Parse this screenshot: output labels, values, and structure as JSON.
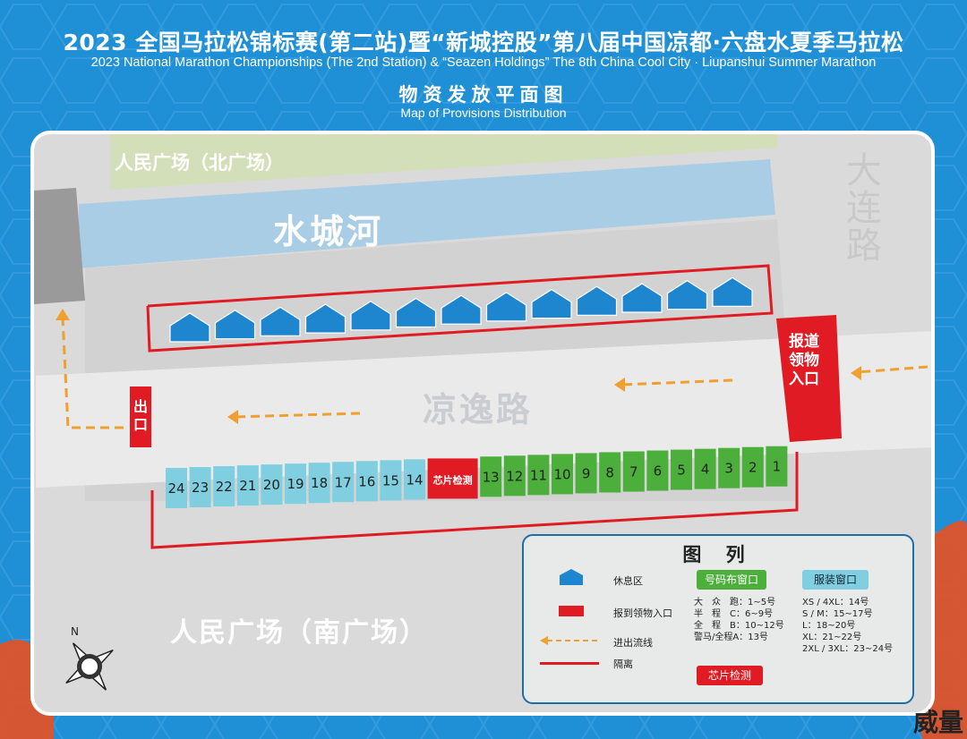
{
  "header": {
    "title_zh": "2023 全国马拉松锦标赛(第二站)暨“新城控股”第八届中国凉都·六盘水夏季马拉松",
    "title_en": "2023 National Marathon Championships (The 2nd Station) & “Seazen Holdings” The 8th China Cool City · Liupanshui Summer Marathon",
    "subtitle_zh": "物资发放平面图",
    "subtitle_en": "Map of Provisions Distribution"
  },
  "map": {
    "north_plaza": "人民广场（北广场）",
    "river": "水城河",
    "east_road": "大连路",
    "road": "凉逸路",
    "south_plaza": "人民广场（南广场）",
    "entrance": "报道领物入口",
    "exit": "出口",
    "booths": [
      "24",
      "23",
      "22",
      "21",
      "20",
      "19",
      "18",
      "17",
      "16",
      "15",
      "14",
      "芯片检测",
      "13",
      "12",
      "11",
      "10",
      "9",
      "8",
      "7",
      "6",
      "5",
      "4",
      "3",
      "2",
      "1"
    ],
    "booth_types": [
      "blue",
      "blue",
      "blue",
      "blue",
      "blue",
      "blue",
      "blue",
      "blue",
      "blue",
      "blue",
      "blue",
      "red",
      "green",
      "green",
      "green",
      "green",
      "green",
      "green",
      "green",
      "green",
      "green",
      "green",
      "green",
      "green",
      "green"
    ],
    "tent_count": 13,
    "compass": "N"
  },
  "legend": {
    "title": "图 列",
    "rest_area": "休息区",
    "entrance": "报到领物入口",
    "flow": "进出流线",
    "barrier": "隔离",
    "bib_window": "号码布窗口",
    "clothes_window": "服装窗口",
    "chip_check": "芯片检测",
    "bib_list": [
      "大　众　跑：1~5号",
      "半　程　C：6~9号",
      "全　程　B：10~12号",
      "警马/全程A：13号"
    ],
    "clothes_list": [
      "XS / 4XL：14号",
      "S / M：15~17号",
      "L：18~20号",
      "XL：21~22号",
      "2XL / 3XL：23~24号"
    ]
  },
  "colors": {
    "background": "#1f8fd6",
    "river": "#a9cde4",
    "plaza": "#d3dfb8",
    "ground": "#d8d8d8",
    "red": "#e01b23",
    "green": "#4caf3c",
    "blue_booth": "#7fcfe0",
    "tent": "#1e86cf",
    "flow": "#f0a030"
  },
  "watermark": "威量"
}
